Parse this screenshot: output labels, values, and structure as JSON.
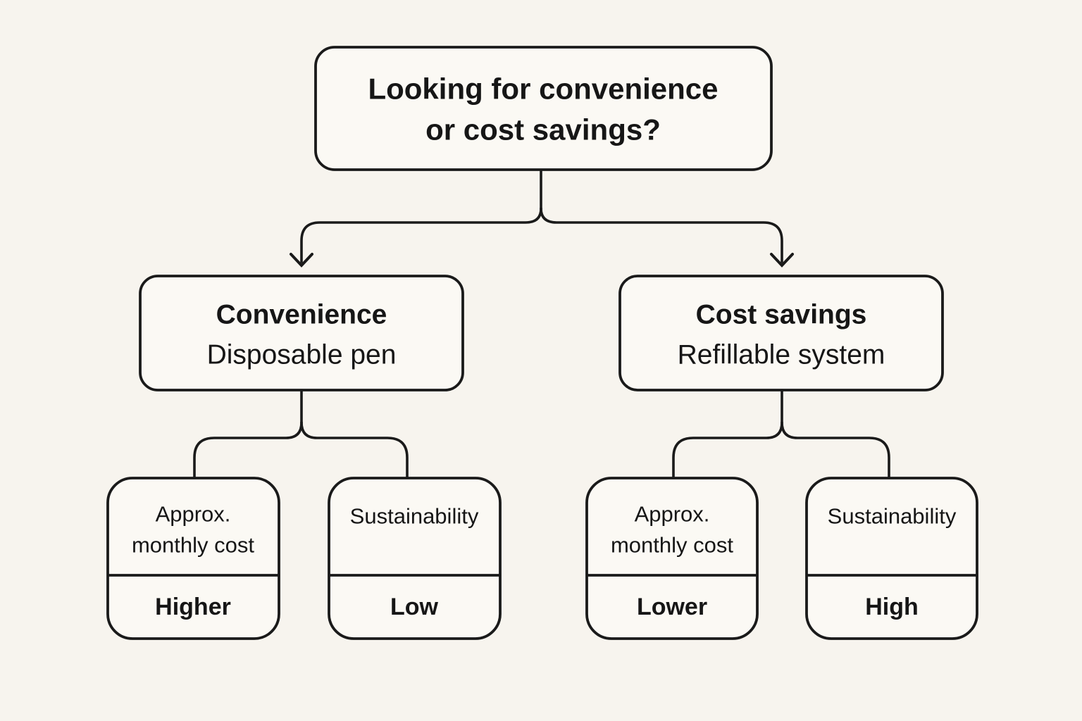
{
  "diagram_type": "decision-tree",
  "colors": {
    "background": "#f7f4ee",
    "node_fill": "#fbf9f4",
    "line": "#1a1a1a",
    "text": "#161616"
  },
  "root_node": {
    "line1": "Looking for convenience",
    "line2": "or cost savings?"
  },
  "branch_convenience": {
    "title": "Convenience",
    "subtitle": "Disposable pen",
    "cost_label_line1": "Approx.",
    "cost_label_line2": "monthly cost",
    "cost_value": "Higher",
    "sustainability_label": "Sustainability",
    "sustainability_value": "Low"
  },
  "branch_cost_savings": {
    "title": "Cost savings",
    "subtitle": "Refillable system",
    "cost_label_line1": "Approx.",
    "cost_label_line2": "monthly cost",
    "cost_value": "Lower",
    "sustainability_label": "Sustainability",
    "sustainability_value": "High"
  }
}
